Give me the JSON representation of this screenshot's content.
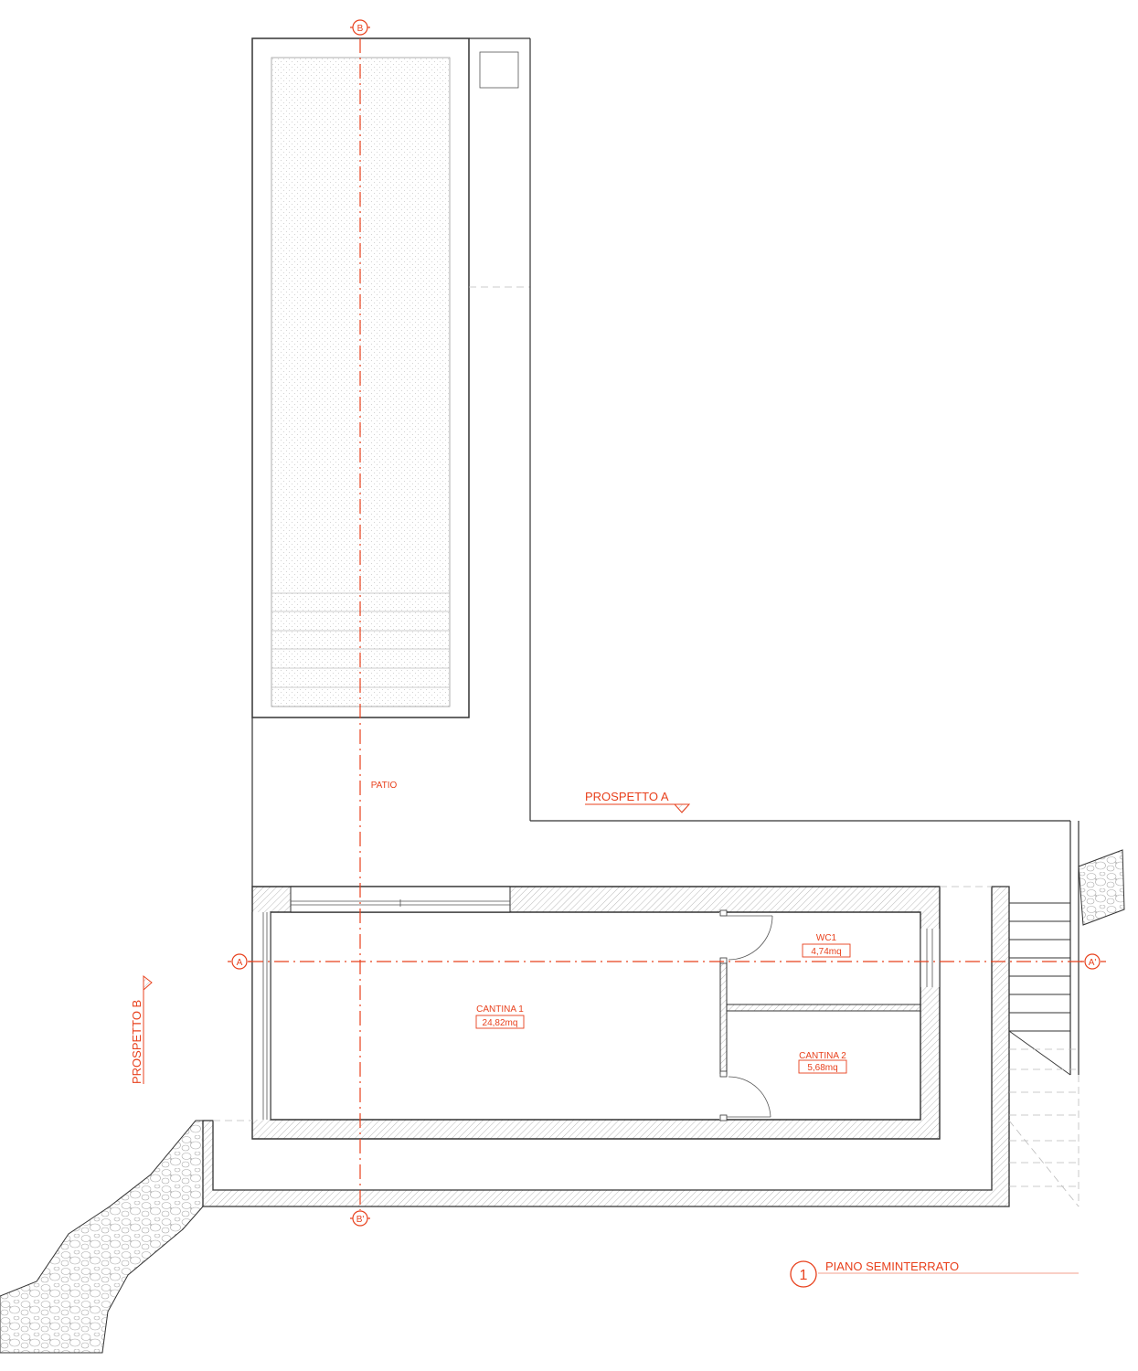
{
  "plan": {
    "title_number": "1",
    "title": "PIANO SEMINTERRATO",
    "patio_label": "PATIO",
    "section_markers": {
      "b_top": "B",
      "b_bottom": "B'",
      "a_left": "A",
      "a_right": "A'"
    },
    "elevations": {
      "a": "PROSPETTO A",
      "b": "PROSPETTO B"
    },
    "rooms": [
      {
        "name": "CANTINA 1",
        "area": "24,82mq"
      },
      {
        "name": "WC1",
        "area": "4,74mq"
      },
      {
        "name": "CANTINA 2",
        "area": "5,68mq"
      }
    ],
    "colors": {
      "annotation": "#e8401c",
      "wall_line": "#333333",
      "hatch": "#999999"
    }
  }
}
